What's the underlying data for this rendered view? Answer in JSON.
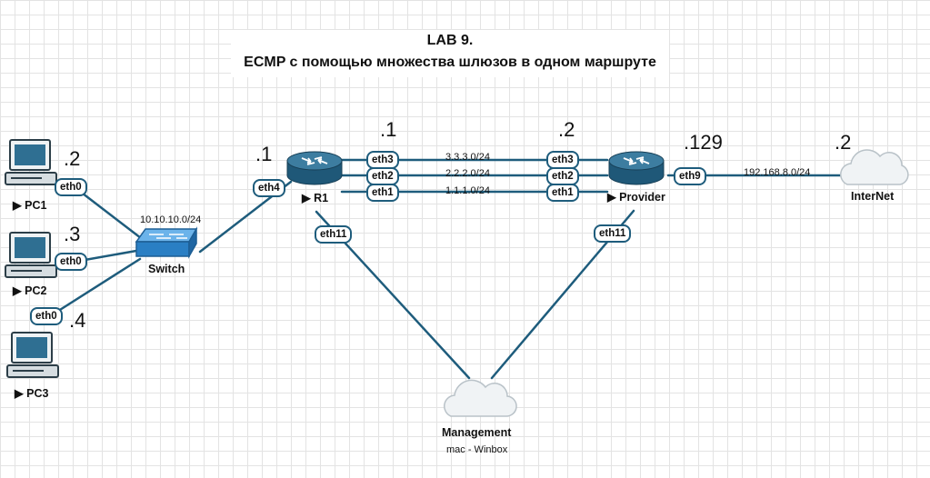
{
  "title": {
    "line1": "LAB 9.",
    "line2": "ECMP с помощью множества шлюзов в одном маршруте"
  },
  "nodes": {
    "pc1": "PC1",
    "pc2": "PC2",
    "pc3": "PC3",
    "switch": "Switch",
    "r1": "R1",
    "provider": "Provider",
    "internet": "InterNet",
    "management": "Management",
    "management_sub": "mac - Winbox"
  },
  "networks": {
    "lan": "10.10.10.0/24",
    "link3": "3.3.3.0/24",
    "link2": "2.2.2.0/24",
    "link1": "1.1.1.0/24",
    "wan": "192.168.8.0/24"
  },
  "ips": {
    "pc1": ".2",
    "pc2": ".3",
    "pc3": ".4",
    "r1_lan": ".1",
    "r1_links": ".1",
    "provider_links": ".2",
    "provider_wan": ".129",
    "internet": ".2"
  },
  "ports": {
    "pc1_eth0": "eth0",
    "pc2_eth0": "eth0",
    "pc3_eth0": "eth0",
    "r1_eth4": "eth4",
    "r1_eth3": "eth3",
    "r1_eth2": "eth2",
    "r1_eth1": "eth1",
    "r1_eth11": "eth11",
    "provider_eth3": "eth3",
    "provider_eth2": "eth2",
    "provider_eth1": "eth1",
    "provider_eth9": "eth9",
    "provider_eth11": "eth11"
  },
  "colors": {
    "link": "#1e5c7c",
    "router": "#2e6d8e",
    "switch": "#2a7fc4"
  }
}
